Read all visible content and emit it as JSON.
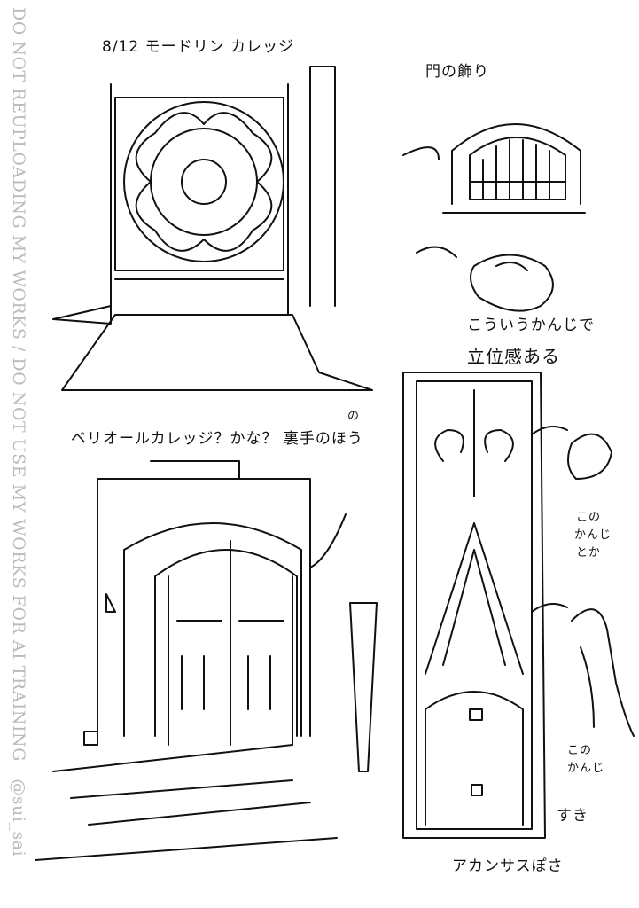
{
  "watermark": {
    "text": "DO NOT REUPLOADING MY WORKS / DO NOT USE MY WORKS FOR AI TRAINING",
    "handle": "@sui_sai"
  },
  "notes": {
    "title": "8/12 モードリン カレッジ",
    "gate_decoration": "門の飾り",
    "like_this": "こういうかんじで",
    "three_d": "立位感ある",
    "balliol": "ベリオールカレッジ？かな？ 裏手のほう",
    "balliol_insert": "の",
    "this_feel_1": "この",
    "this_feel_2": "かんじ",
    "this_feel_3": "とか",
    "like_1": "この",
    "like_2": "かんじ",
    "like_3": "すき",
    "acanthus": "アカンサスぽさ"
  },
  "colors": {
    "ink": "#111111",
    "paper": "#ffffff",
    "watermark": "#bbbbbb"
  }
}
